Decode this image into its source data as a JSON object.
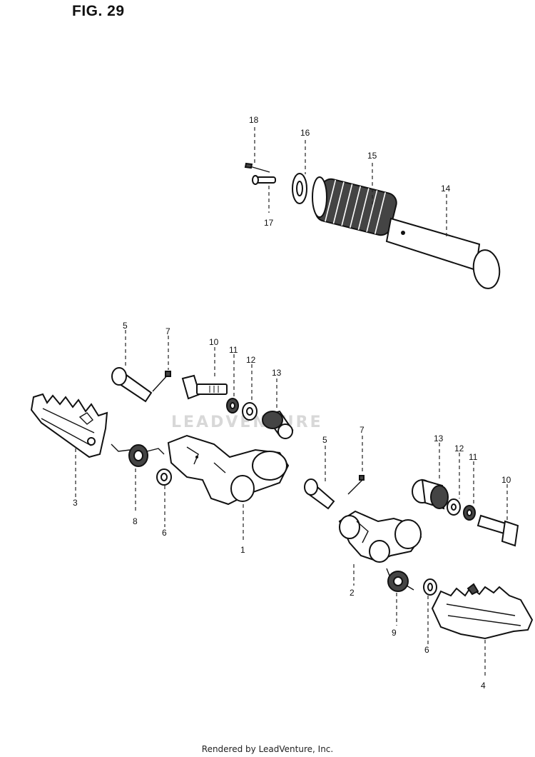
{
  "figure": {
    "title": "FIG. 29",
    "watermark": "LEADVENTURE",
    "footer": "Rendered by LeadVenture, Inc."
  },
  "callouts": [
    {
      "id": "c18",
      "label": "18"
    },
    {
      "id": "c16",
      "label": "16"
    },
    {
      "id": "c15",
      "label": "15"
    },
    {
      "id": "c14",
      "label": "14"
    },
    {
      "id": "c17",
      "label": "17"
    },
    {
      "id": "c5a",
      "label": "5"
    },
    {
      "id": "c7a",
      "label": "7"
    },
    {
      "id": "c10a",
      "label": "10"
    },
    {
      "id": "c11a",
      "label": "11"
    },
    {
      "id": "c12a",
      "label": "12"
    },
    {
      "id": "c13a",
      "label": "13"
    },
    {
      "id": "c3",
      "label": "3"
    },
    {
      "id": "c8",
      "label": "8"
    },
    {
      "id": "c6a",
      "label": "6"
    },
    {
      "id": "c1",
      "label": "1"
    },
    {
      "id": "c5b",
      "label": "5"
    },
    {
      "id": "c7b",
      "label": "7"
    },
    {
      "id": "c13b",
      "label": "13"
    },
    {
      "id": "c12b",
      "label": "12"
    },
    {
      "id": "c11b",
      "label": "11"
    },
    {
      "id": "c10b",
      "label": "10"
    },
    {
      "id": "c2",
      "label": "2"
    },
    {
      "id": "c9",
      "label": "9"
    },
    {
      "id": "c6b",
      "label": "6"
    },
    {
      "id": "c4",
      "label": "4"
    }
  ]
}
